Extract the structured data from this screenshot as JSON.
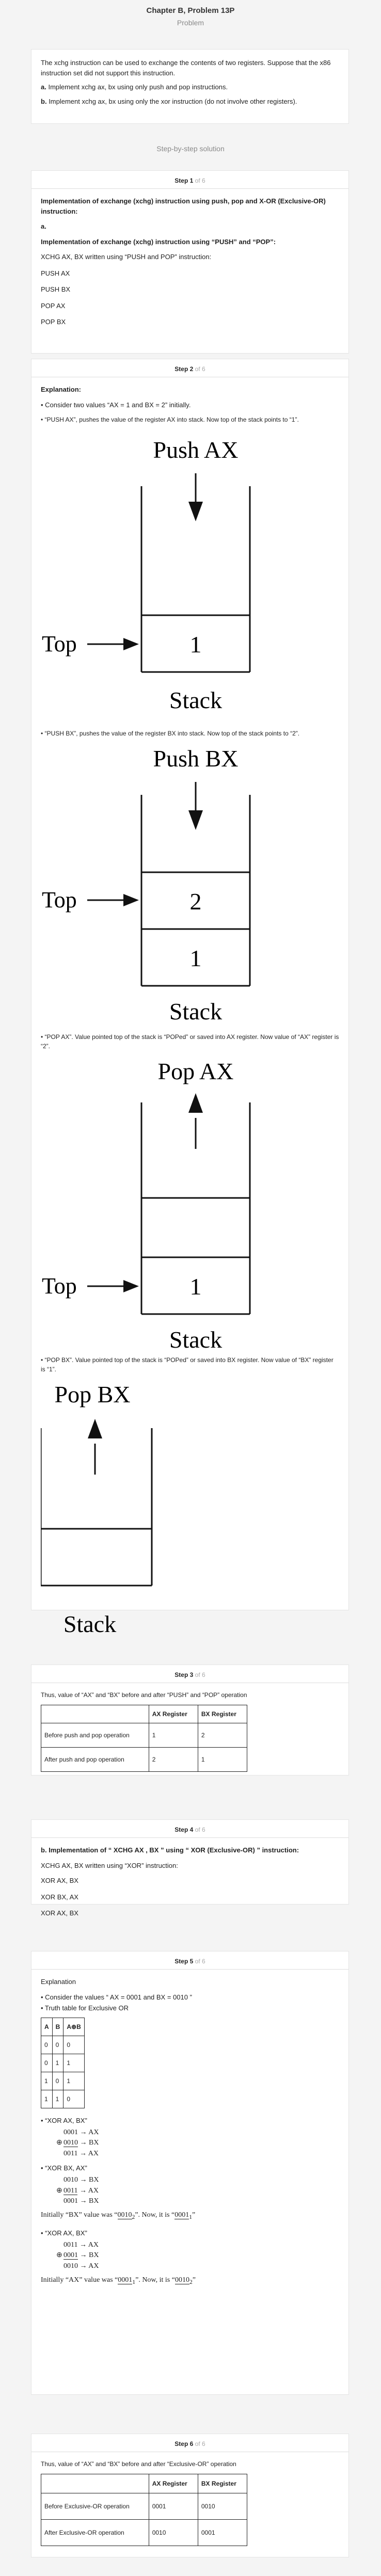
{
  "header": {
    "chapter": "Chapter B, Problem 13P",
    "problem_label": "Problem",
    "solution_label": "Step-by-step solution"
  },
  "problem": {
    "intro": "The xchg instruction can be used to exchange the contents of two registers. Suppose that the x86 instruction set did not support this instruction.",
    "a_label": "a.",
    "a_text": "Implement xchg ax, bx using only push and pop instructions.",
    "b_label": "b.",
    "b_text": "Implement xchg ax, bx using only the xor instruction (do not involve other registers)."
  },
  "steps": {
    "word_of": "of",
    "total": "6",
    "s1": {
      "title": "Step 1",
      "heading": "Implementation of exchange (xchg) instruction using push, pop and X-OR (Exclusive-OR) instruction:",
      "a": "a.",
      "subheading": "Implementation of exchange (xchg) instruction using “PUSH” and “POP”:",
      "written": "XCHG AX, BX written using “PUSH and POP” instruction:",
      "lines": [
        "PUSH AX",
        "PUSH BX",
        "POP AX",
        "POP BX"
      ]
    },
    "s2": {
      "title": "Step 2",
      "explanation": "Explanation:",
      "b1": "• Consider two values “AX = 1 and BX = 2” initially.",
      "b2": "• “PUSH AX”, pushes the value of the register AX into stack. Now top of the stack points to “1”.",
      "b3": "• “PUSH BX”, pushes the value of the register BX into stack. Now top of the stack points to “2”.",
      "b4": "• “POP AX”. Value pointed top of the stack is “POPed” or saved into AX register. Now value of “AX” register is “2”.",
      "b5": "• “POP BX”. Value pointed top of the stack is “POPed” or saved into BX register. Now value of “BX” register is “1”.",
      "fig1": {
        "title": "Push AX",
        "top": "Top",
        "caption": "Stack",
        "cell": "1"
      },
      "fig2": {
        "title": "Push BX",
        "top": "Top",
        "caption": "Stack",
        "cell_top": "2",
        "cell_bottom": "1"
      },
      "fig3": {
        "title": "Pop AX",
        "top": "Top",
        "caption": "Stack",
        "cell": "1"
      },
      "fig4": {
        "title": "Pop BX",
        "caption": "Stack"
      }
    },
    "s3": {
      "title": "Step 3",
      "text": "Thus, value of “AX” and “BX” before and after “PUSH” and “POP” operation",
      "headers": [
        "",
        "AX Register",
        "BX Register"
      ],
      "rows": [
        [
          "Before push and pop operation",
          "1",
          "2"
        ],
        [
          "After push and pop operation",
          "2",
          "1"
        ]
      ]
    },
    "s4": {
      "title": "Step 4",
      "heading": "b. Implementation of “ XCHG AX , BX ” using “ XOR (Exclusive-OR) ” instruction:",
      "written": "XCHG AX, BX written using “XOR” instruction:",
      "lines": [
        "XOR AX, BX",
        "XOR BX, AX",
        "XOR AX, BX"
      ]
    },
    "s5": {
      "title": "Step 5",
      "explanation": "Explanation",
      "consider": "• Consider the values “ AX = 0001 and BX = 0010 ”",
      "truth_label": "• Truth table for Exclusive OR",
      "truth_headers": [
        "A",
        "B",
        "A⊕B"
      ],
      "truth_rows": [
        [
          "0",
          "0",
          "0"
        ],
        [
          "0",
          "1",
          "1"
        ],
        [
          "1",
          "0",
          "1"
        ],
        [
          "1",
          "1",
          "0"
        ]
      ],
      "op1": "• “XOR AX, BX”",
      "op1_lines": [
        [
          "",
          "0001",
          "→ AX"
        ],
        [
          "⊕",
          "0010",
          "→ BX"
        ],
        [
          "",
          "0011",
          "→ AX"
        ]
      ],
      "op2": "• “XOR BX, AX”",
      "op2_lines": [
        [
          "",
          "0010",
          "→ BX"
        ],
        [
          "⊕",
          "0011",
          "→ AX"
        ],
        [
          "",
          "0001",
          "→ BX"
        ]
      ],
      "op2_note_a": "Initially “BX” value was “",
      "op2_note_v1": "0010",
      "op2_note_b": "”. Now, it is “",
      "op2_note_v2": "0001",
      "op2_note_c": "”",
      "op2_sub1": "2",
      "op2_sub2": "1",
      "op3": "• “XOR AX, BX”",
      "op3_lines": [
        [
          "",
          "0011",
          "→ AX"
        ],
        [
          "⊕",
          "0001",
          "→ BX"
        ],
        [
          "",
          "0010",
          "→ AX"
        ]
      ],
      "op3_note_a": "Initially “AX” value was “",
      "op3_note_v1": "0001",
      "op3_note_b": "”. Now, it is “",
      "op3_note_v2": "0010",
      "op3_note_c": "”",
      "op3_sub1": "1",
      "op3_sub2": "2"
    },
    "s6": {
      "title": "Step 6",
      "text": "Thus, value of “AX” and “BX” before and after “Exclusive-OR” operation",
      "headers": [
        "",
        "AX Register",
        "BX Register"
      ],
      "rows": [
        [
          "Before Exclusive-OR operation",
          "0001",
          "0010"
        ],
        [
          "After Exclusive-OR operation",
          "0010",
          "0001"
        ]
      ]
    }
  }
}
